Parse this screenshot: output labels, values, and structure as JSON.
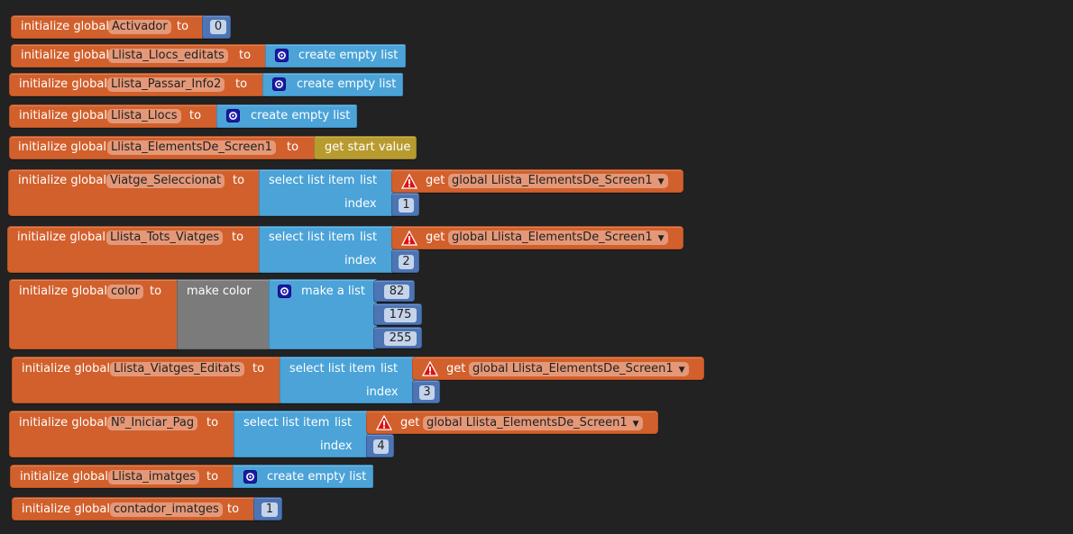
{
  "labels": {
    "initialize_global": "initialize global",
    "to": "to",
    "create_empty_list": "create empty list",
    "get_start_value": "get start value",
    "select_list_item": "select list item",
    "list": "list",
    "index": "index",
    "get": "get",
    "make_color": "make color",
    "make_a_list": "make a list"
  },
  "icons": {
    "mutator": "gear-icon",
    "warning": "warning-triangle-icon",
    "dropdown": "chevron-down-icon"
  },
  "colors": {
    "variables_orange": "#d2602c",
    "lists_blue": "#4ba3d8",
    "math_blue": "#4d75b4",
    "control_gold": "#b89b2f",
    "colors_gray": "#7b7b7b",
    "background": "#222222"
  },
  "blocks": [
    {
      "name": "Activador",
      "value": "0"
    },
    {
      "name": "Llista_Llocs_editats"
    },
    {
      "name": "Llista_Passar_Info2"
    },
    {
      "name": "Llista_Llocs"
    },
    {
      "name": "Llista_ElementsDe_Screen1"
    },
    {
      "name": "Viatge_Seleccionat",
      "get_var": "global Llista_ElementsDe_Screen1",
      "index": "1"
    },
    {
      "name": "Llista_Tots_Viatges",
      "get_var": "global Llista_ElementsDe_Screen1",
      "index": "2"
    },
    {
      "name": "color",
      "values": [
        "82",
        "175",
        "255"
      ]
    },
    {
      "name": "Llista_Viatges_Editats",
      "get_var": "global Llista_ElementsDe_Screen1",
      "index": "3"
    },
    {
      "name": "Nº_Iniciar_Pag",
      "get_var": "global Llista_ElementsDe_Screen1",
      "index": "4"
    },
    {
      "name": "Llista_imatges"
    },
    {
      "name": "contador_imatges",
      "value": "1"
    }
  ]
}
